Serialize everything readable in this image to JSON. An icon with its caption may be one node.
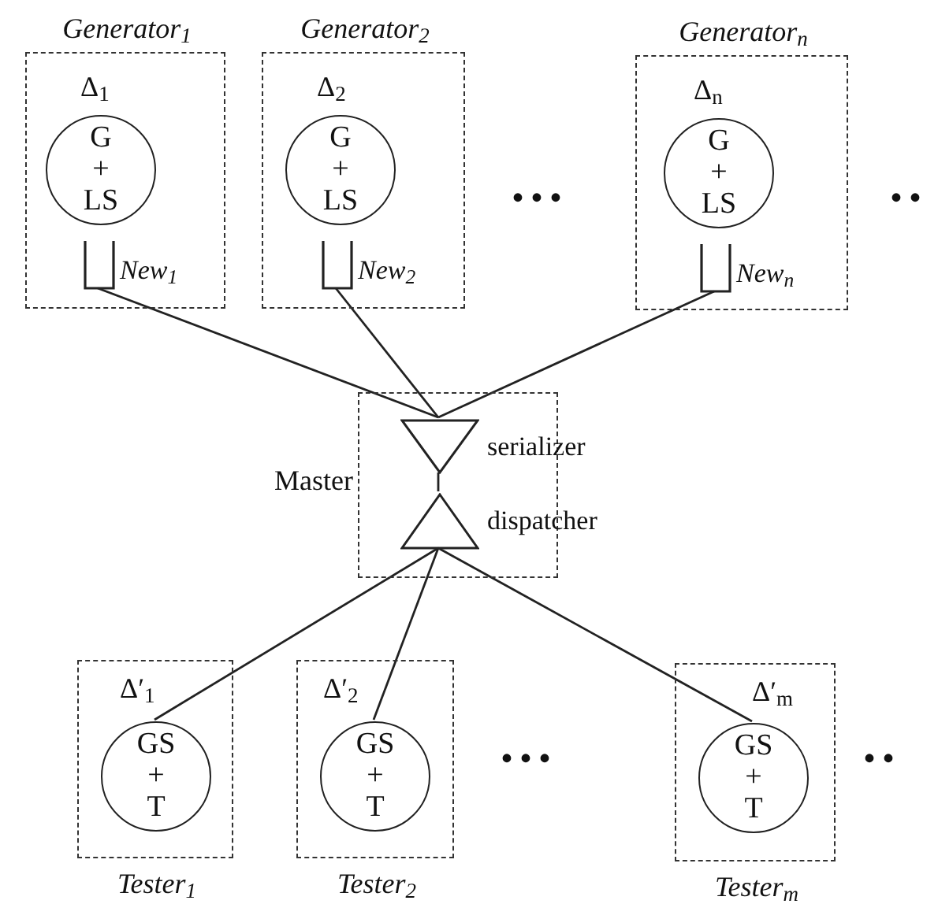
{
  "diagram": {
    "nodes": [
      {
        "text": [
          "Generator$_{1}$",
          "Δ$_{1}$"
        ]
      },
      {
        "text": [
          "G + LS"
        ],
        "in": 0
      },
      {
        "text": [],
        "shape": "bucket",
        "in": 0,
        "beside": [
          "New$_{1}$"
        ]
      },
      {
        "text": [
          "Generator$_{2}$",
          "Δ$_{2}$"
        ]
      },
      {
        "text": [
          "G + LS"
        ],
        "in": 3
      },
      {
        "text": [],
        "shape": "bucket",
        "in": 3,
        "beside": [
          "New$_{2}$"
        ]
      },
      {
        "text": [
          "Generator$_{n}$",
          "Δ$_{n}$"
        ]
      },
      {
        "text": [
          "G + LS"
        ],
        "in": 6
      },
      {
        "text": [],
        "shape": "bucket",
        "in": 6,
        "beside": [
          "New$_{n}$"
        ]
      },
      {
        "text": [
          "Master"
        ]
      },
      {
        "text": [],
        "shape": "triangle",
        "in": 9,
        "beside": [
          "serializer"
        ]
      },
      {
        "text": [],
        "shape": "triangle",
        "in": 9,
        "beside": [
          "dispatcher"
        ]
      },
      {
        "text": [
          "Δ′$_{1}$",
          "Tester$_{1}$"
        ]
      },
      {
        "text": [
          "GS + T"
        ],
        "in": 12
      },
      {
        "text": [
          "Δ′$_{2}$",
          "Tester$_{2}$"
        ]
      },
      {
        "text": [
          "GS + T"
        ],
        "in": 14
      },
      {
        "text": [
          "Δ′$_{m}$",
          "Tester$_{m}$"
        ]
      },
      {
        "text": [
          "GS + T"
        ],
        "in": 16
      }
    ],
    "edges": [
      {
        "from": 2,
        "to": 10,
        "arrow": "none"
      },
      {
        "from": 5,
        "to": 10,
        "arrow": "none"
      },
      {
        "from": 8,
        "to": 10,
        "arrow": "none"
      },
      {
        "from": 10,
        "to": 11,
        "arrow": "none"
      },
      {
        "from": 11,
        "to": 13,
        "arrow": "none"
      },
      {
        "from": 11,
        "to": 15,
        "arrow": "none"
      },
      {
        "from": 11,
        "to": 17,
        "arrow": "none"
      }
    ],
    "labels": [
      "• • •",
      "• •",
      "• • •",
      "• •"
    ]
  }
}
